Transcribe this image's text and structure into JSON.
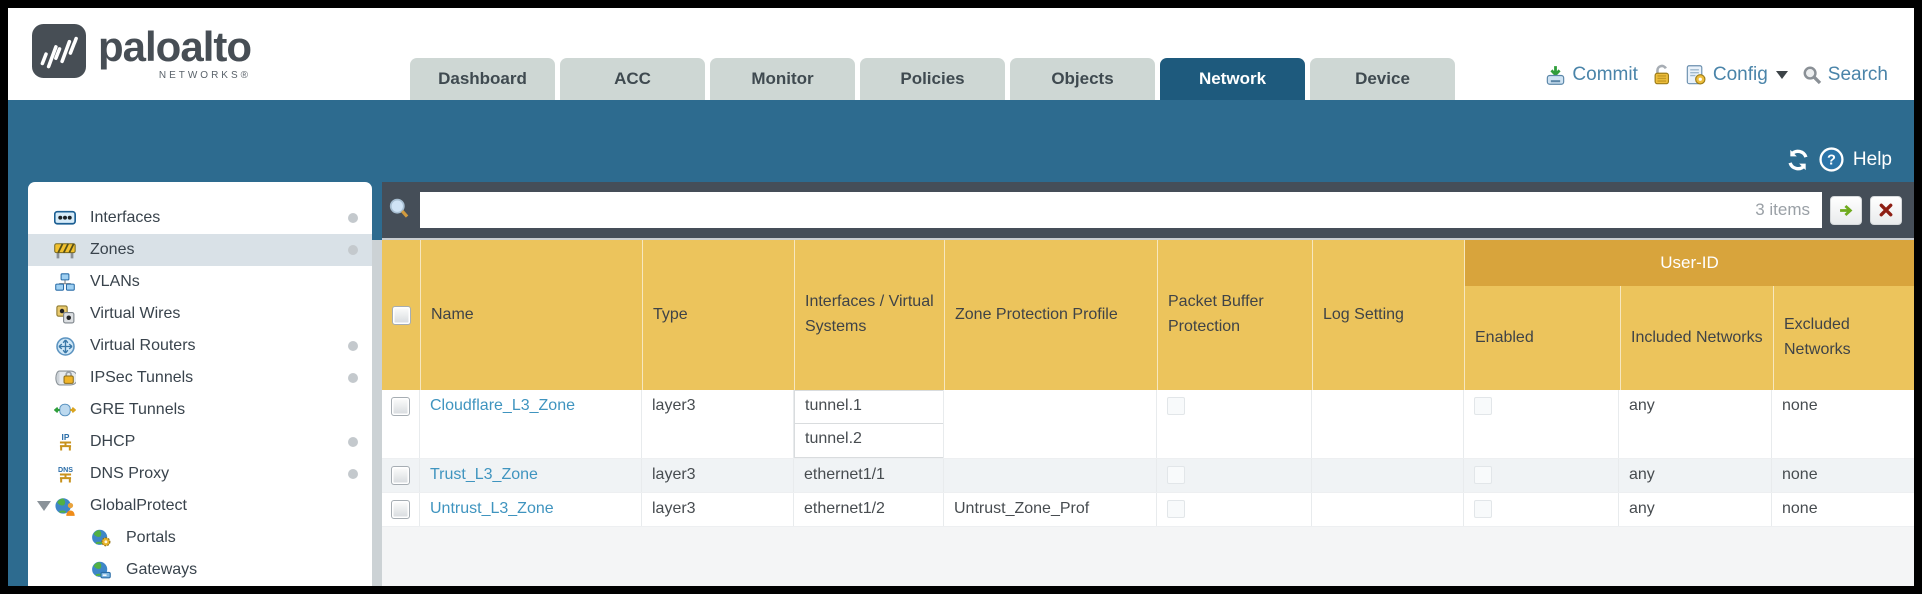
{
  "brand": {
    "name": "paloalto",
    "sub": "NETWORKS®"
  },
  "nav": {
    "tabs": [
      {
        "label": "Dashboard",
        "active": false
      },
      {
        "label": "ACC",
        "active": false
      },
      {
        "label": "Monitor",
        "active": false
      },
      {
        "label": "Policies",
        "active": false
      },
      {
        "label": "Objects",
        "active": false
      },
      {
        "label": "Network",
        "active": true
      },
      {
        "label": "Device",
        "active": false
      }
    ],
    "actions": [
      {
        "name": "commit-button",
        "icon": "commit-icon",
        "label": "Commit"
      },
      {
        "name": "lock-button",
        "icon": "lock-icon",
        "label": ""
      },
      {
        "name": "config-menu",
        "icon": "config-icon",
        "label": "Config",
        "caret": true
      },
      {
        "name": "search-button",
        "icon": "search-icon",
        "label": "Search"
      }
    ]
  },
  "bluebar": {
    "help_label": "Help"
  },
  "sidebar": {
    "items": [
      {
        "label": "Interfaces",
        "icon": "interfaces-icon",
        "dot": true,
        "selected": false,
        "child": false,
        "expanded": false
      },
      {
        "label": "Zones",
        "icon": "zones-icon",
        "dot": true,
        "selected": true,
        "child": false,
        "expanded": false
      },
      {
        "label": "VLANs",
        "icon": "vlans-icon",
        "dot": false,
        "selected": false,
        "child": false,
        "expanded": false
      },
      {
        "label": "Virtual Wires",
        "icon": "virtual-wires-icon",
        "dot": false,
        "selected": false,
        "child": false,
        "expanded": false
      },
      {
        "label": "Virtual Routers",
        "icon": "virtual-routers-icon",
        "dot": true,
        "selected": false,
        "child": false,
        "expanded": false
      },
      {
        "label": "IPSec Tunnels",
        "icon": "ipsec-tunnels-icon",
        "dot": true,
        "selected": false,
        "child": false,
        "expanded": false
      },
      {
        "label": "GRE Tunnels",
        "icon": "gre-tunnels-icon",
        "dot": false,
        "selected": false,
        "child": false,
        "expanded": false
      },
      {
        "label": "DHCP",
        "icon": "dhcp-icon",
        "dot": true,
        "selected": false,
        "child": false,
        "expanded": false
      },
      {
        "label": "DNS Proxy",
        "icon": "dns-proxy-icon",
        "dot": true,
        "selected": false,
        "child": false,
        "expanded": false
      },
      {
        "label": "GlobalProtect",
        "icon": "globalprotect-icon",
        "dot": false,
        "selected": false,
        "child": false,
        "expanded": true
      },
      {
        "label": "Portals",
        "icon": "portals-icon",
        "dot": false,
        "selected": false,
        "child": true,
        "expanded": false
      },
      {
        "label": "Gateways",
        "icon": "gateways-icon",
        "dot": false,
        "selected": false,
        "child": true,
        "expanded": false
      }
    ]
  },
  "filterbar": {
    "value": "",
    "items_count": "3 items"
  },
  "table": {
    "group_header": "User-ID",
    "columns": [
      "",
      "Name",
      "Type",
      "Interfaces / Virtual Systems",
      "Zone Protection Profile",
      "Packet Buffer Protection",
      "Log Setting",
      "Enabled",
      "Included Networks",
      "Excluded Networks"
    ],
    "rows": [
      {
        "name": "Cloudflare_L3_Zone",
        "type": "layer3",
        "interfaces": [
          "tunnel.1",
          "tunnel.2"
        ],
        "zone_protection_profile": "",
        "packet_buffer_protection": false,
        "log_setting": "",
        "user_id_enabled": false,
        "included_networks": "any",
        "excluded_networks": "none"
      },
      {
        "name": "Trust_L3_Zone",
        "type": "layer3",
        "interfaces": [
          "ethernet1/1"
        ],
        "zone_protection_profile": "",
        "packet_buffer_protection": false,
        "log_setting": "",
        "user_id_enabled": false,
        "included_networks": "any",
        "excluded_networks": "none"
      },
      {
        "name": "Untrust_L3_Zone",
        "type": "layer3",
        "interfaces": [
          "ethernet1/2"
        ],
        "zone_protection_profile": "Untrust_Zone_Prof",
        "packet_buffer_protection": false,
        "log_setting": "",
        "user_id_enabled": false,
        "included_networks": "any",
        "excluded_networks": "none"
      }
    ]
  }
}
